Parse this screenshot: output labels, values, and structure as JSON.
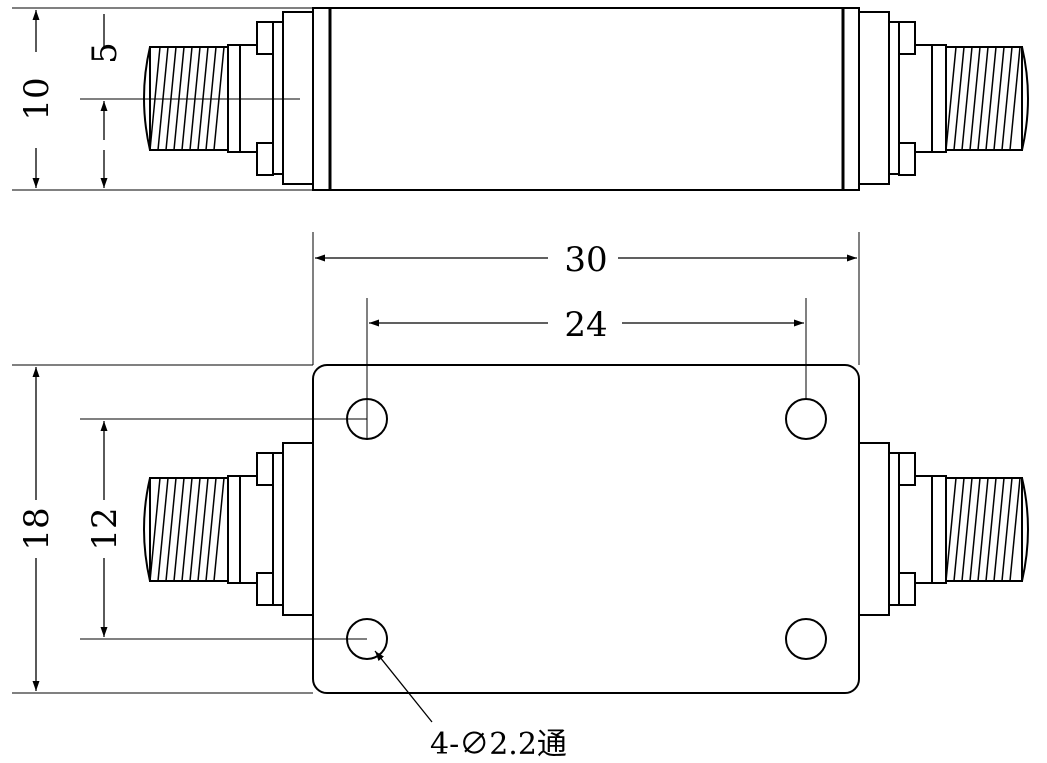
{
  "dimensions": {
    "height_side": "10",
    "connector_center": "5",
    "overall_length": "30",
    "hole_spacing_x": "24",
    "overall_width": "18",
    "hole_spacing_y": "12"
  },
  "hole_note": "4-∅2.2通",
  "colors": {
    "line": "#000000",
    "background": "#ffffff"
  }
}
